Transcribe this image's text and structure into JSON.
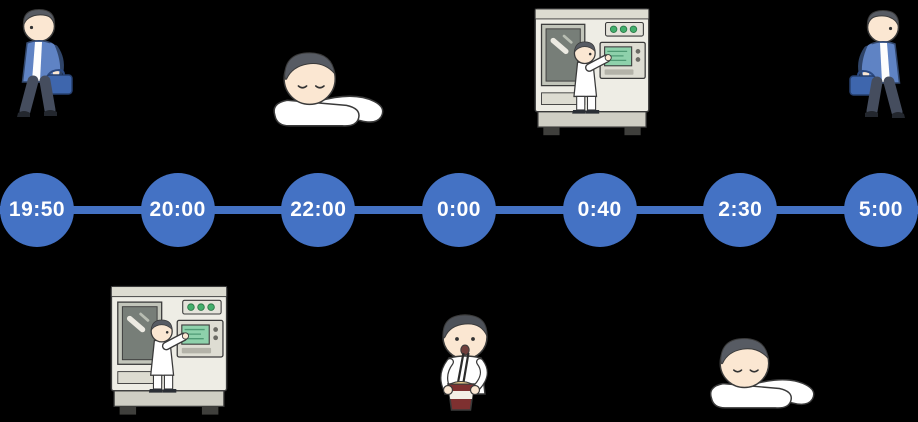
{
  "colors": {
    "background": "#000000",
    "timeline": "#4472c4",
    "time-text": "#ffffff"
  },
  "timeline": {
    "times": [
      {
        "label": "19:50"
      },
      {
        "label": "20:00"
      },
      {
        "label": "22:00"
      },
      {
        "label": "0:00"
      },
      {
        "label": "0:40"
      },
      {
        "label": "2:30"
      },
      {
        "label": "5:00"
      }
    ]
  },
  "scenes": {
    "top": [
      {
        "icon": "walking-worker-with-bag-icon",
        "aligned_time": "19:50"
      },
      {
        "icon": "sleeping-worker-icon",
        "aligned_time": "22:00"
      },
      {
        "icon": "machine-operator-icon",
        "aligned_time": "0:40"
      },
      {
        "icon": "departing-worker-with-bag-icon",
        "aligned_time": "5:00"
      }
    ],
    "bottom": [
      {
        "icon": "machine-operator-icon",
        "aligned_time": "20:00"
      },
      {
        "icon": "cup-noodle-eating-worker-icon",
        "aligned_time": "0:00"
      },
      {
        "icon": "sleeping-worker-icon",
        "aligned_time": "2:30"
      }
    ]
  }
}
